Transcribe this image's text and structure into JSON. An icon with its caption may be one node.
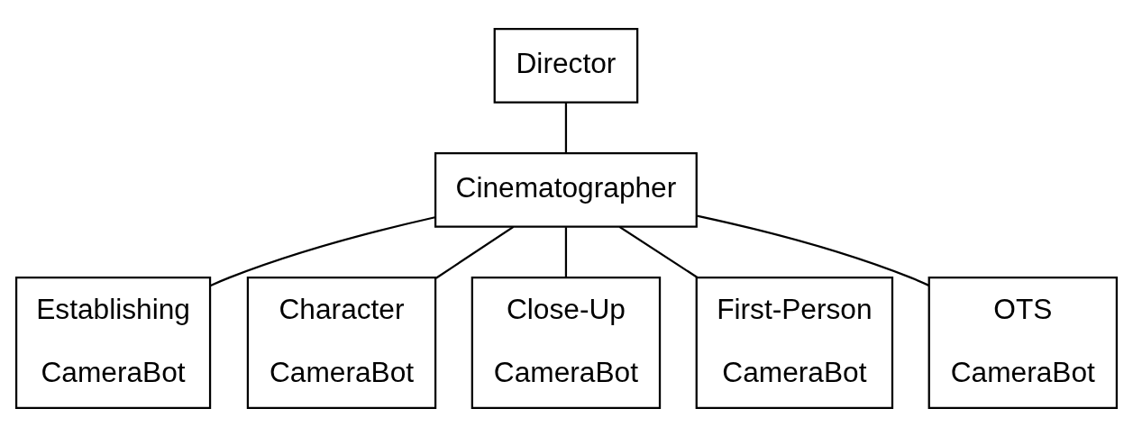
{
  "diagram": {
    "nodes": [
      {
        "text": [
          "Director"
        ]
      },
      {
        "text": [
          "Cinematographer"
        ]
      },
      {
        "text": [
          "Establishing CameraBot"
        ]
      },
      {
        "text": [
          "Character CameraBot"
        ]
      },
      {
        "text": [
          "Close-Up CameraBot"
        ]
      },
      {
        "text": [
          "First-Person CameraBot"
        ]
      },
      {
        "text": [
          "OTS CameraBot"
        ]
      }
    ],
    "edges": [
      {
        "from": 0,
        "to": 1,
        "arrow": "none"
      },
      {
        "from": 1,
        "to": 2,
        "arrow": "none"
      },
      {
        "from": 1,
        "to": 3,
        "arrow": "none"
      },
      {
        "from": 1,
        "to": 4,
        "arrow": "none"
      },
      {
        "from": 1,
        "to": 5,
        "arrow": "none"
      },
      {
        "from": 1,
        "to": 6,
        "arrow": "none"
      }
    ]
  }
}
